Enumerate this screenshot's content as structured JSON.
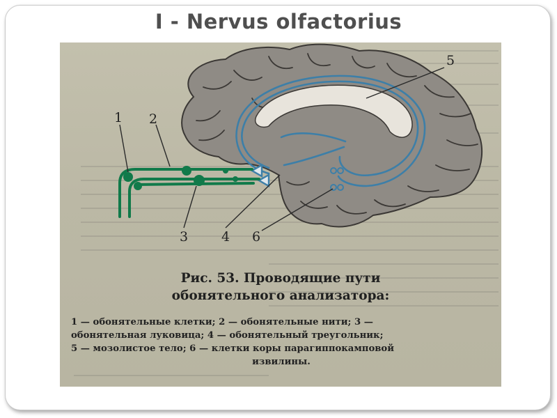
{
  "slide": {
    "title": "I - Nervus olfactorius"
  },
  "figure": {
    "callout_labels": [
      "1",
      "2",
      "3",
      "4",
      "5",
      "6"
    ],
    "caption_title_line1": "Рис. 53. Проводящие пути",
    "caption_title_line2": "обонятельного анализатора:",
    "legend_line1": "1 — обонятельные клетки; 2 — обонятельные нити; 3 —",
    "legend_line2": "обонятельная луковица; 4 — обонятельный треугольник;",
    "legend_line3": "5 — мозолистое тело; 6 — клетки коры парагиппокамповой",
    "legend_line4": "извилины.",
    "colors": {
      "brain": "#8f8b85",
      "brain_outline": "#3b3835",
      "pathway_blue": "#3d7fa8",
      "olfactory_green": "#117a4a",
      "page_paper": "#bfbcaa"
    }
  }
}
